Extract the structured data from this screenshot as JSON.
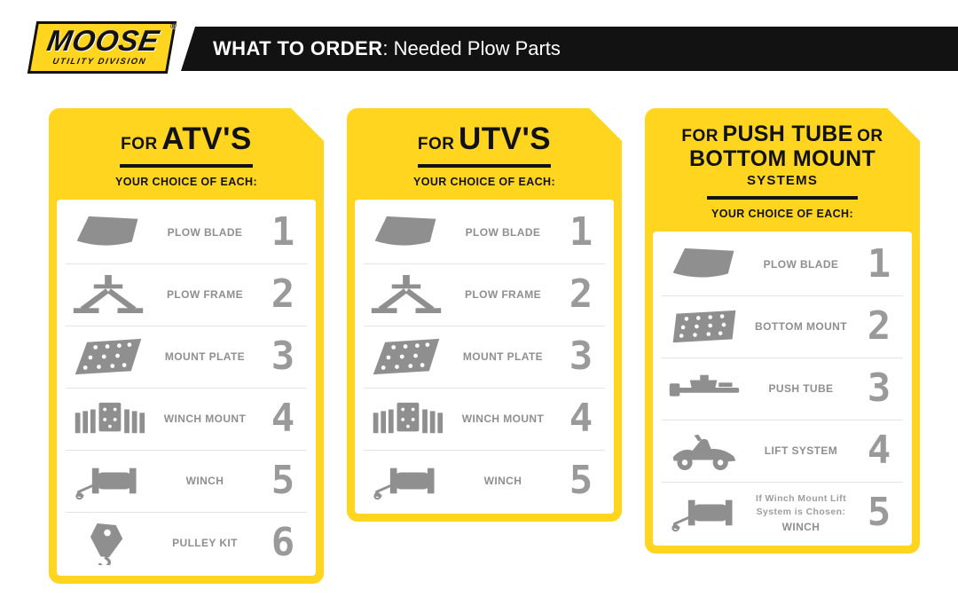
{
  "header": {
    "logo": {
      "name": "MOOSE",
      "sub": "UTILITY DIVISION",
      "registered": "®"
    },
    "title_bold": "WHAT TO ORDER",
    "title_rest": ": Needed Plow Parts"
  },
  "colors": {
    "yellow": "#FFD520",
    "black": "#121212",
    "gray": "#8F8F8F"
  },
  "cards": [
    {
      "title_small": "FOR",
      "title_large": "ATV'S",
      "choice_label": "YOUR CHOICE OF EACH:",
      "items": [
        {
          "icon": "plow-blade-icon",
          "label": "PLOW BLADE",
          "qty": "1"
        },
        {
          "icon": "plow-frame-icon",
          "label": "PLOW FRAME",
          "qty": "2"
        },
        {
          "icon": "mount-plate-icon",
          "label": "MOUNT PLATE",
          "qty": "3"
        },
        {
          "icon": "winch-mount-icon",
          "label": "WINCH MOUNT",
          "qty": "4"
        },
        {
          "icon": "winch-icon",
          "label": "WINCH",
          "qty": "5"
        },
        {
          "icon": "pulley-kit-icon",
          "label": "PULLEY KIT",
          "qty": "6"
        }
      ]
    },
    {
      "title_small": "FOR",
      "title_large": "UTV'S",
      "choice_label": "YOUR CHOICE OF EACH:",
      "items": [
        {
          "icon": "plow-blade-icon",
          "label": "PLOW BLADE",
          "qty": "1"
        },
        {
          "icon": "plow-frame-icon",
          "label": "PLOW FRAME",
          "qty": "2"
        },
        {
          "icon": "mount-plate-icon",
          "label": "MOUNT PLATE",
          "qty": "3"
        },
        {
          "icon": "winch-mount-icon",
          "label": "WINCH MOUNT",
          "qty": "4"
        },
        {
          "icon": "winch-icon",
          "label": "WINCH",
          "qty": "5"
        }
      ]
    },
    {
      "title_for": "FOR",
      "title_push_tube": "PUSH TUBE",
      "title_or": "OR",
      "title_bottom_mount": "BOTTOM MOUNT",
      "title_systems": "SYSTEMS",
      "choice_label": "YOUR CHOICE OF EACH:",
      "items": [
        {
          "icon": "plow-blade-icon",
          "label": "PLOW BLADE",
          "qty": "1"
        },
        {
          "icon": "bottom-mount-icon",
          "label": "BOTTOM MOUNT",
          "qty": "2"
        },
        {
          "icon": "push-tube-icon",
          "label": "PUSH TUBE",
          "qty": "3"
        },
        {
          "icon": "lift-system-icon",
          "label": "LIFT SYSTEM",
          "qty": "4"
        },
        {
          "icon": "winch-icon",
          "note": "If Winch Mount Lift System is Chosen:",
          "label": "WINCH",
          "qty": "5"
        }
      ]
    }
  ]
}
